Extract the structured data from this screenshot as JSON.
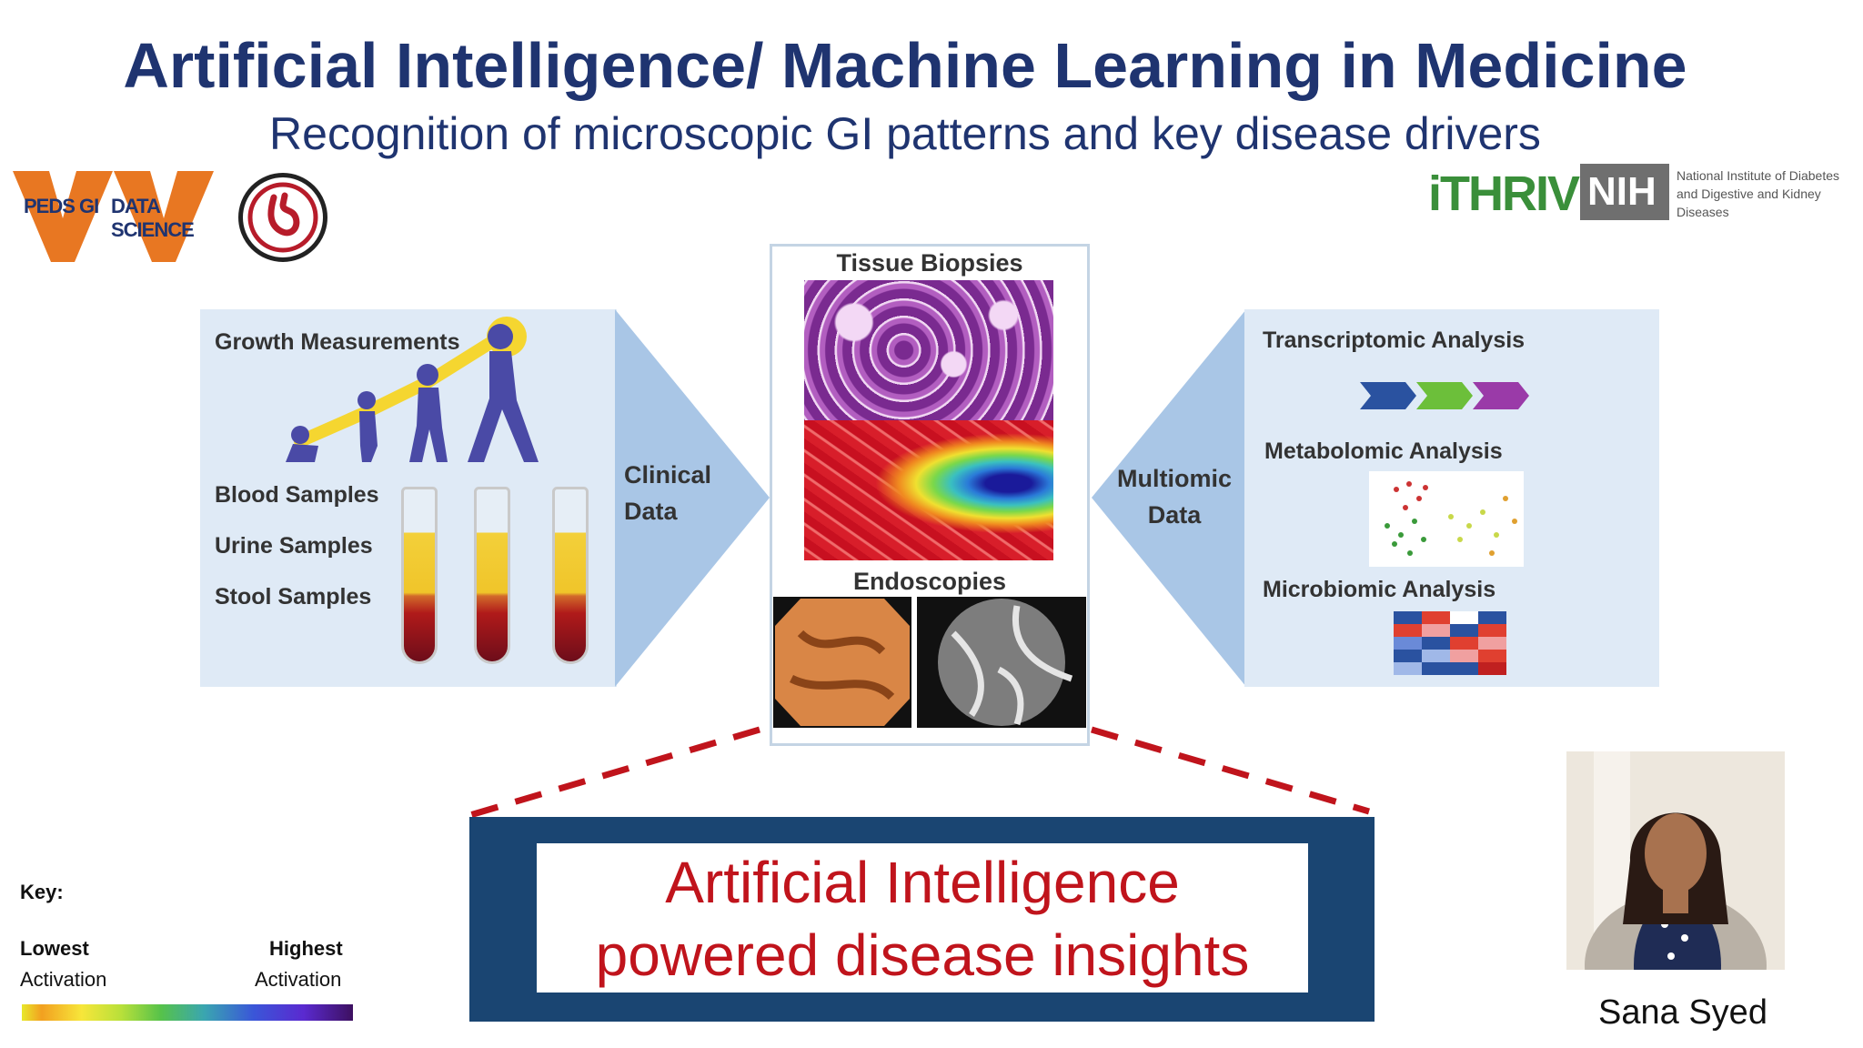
{
  "slide": {
    "title": "Artificial Intelligence/ Machine Learning in Medicine",
    "subtitle": "Recognition of microscopic GI patterns and key disease drivers"
  },
  "logos": {
    "peds_gi": "PEDS GI",
    "data_science": "DATA SCIENCE",
    "ithri": "iTHRIV",
    "nih": "NIH",
    "nih_institute": "National Institute of Diabetes and Digestive and Kidney Diseases"
  },
  "left_panel": {
    "growth": "Growth Measurements",
    "samples": [
      "Blood Samples",
      "Urine Samples",
      "Stool Samples"
    ]
  },
  "clinical_data": "Clinical\nData",
  "center": {
    "tissue": "Tissue Biopsies",
    "endoscopies": "Endoscopies"
  },
  "multiomic_data": "Multiomic\nData",
  "right_panel": {
    "transcriptomic": "Transcriptomic Analysis",
    "metabolomic": "Metabolomic Analysis",
    "microbiomic": "Microbiomic Analysis"
  },
  "ai_box": {
    "line1": "Artificial Intelligence",
    "line2": "powered disease insights"
  },
  "key": {
    "title": "Key:",
    "lowest_a": "Lowest",
    "lowest_b": "Activation",
    "highest_a": "Highest",
    "highest_b": "Activation"
  },
  "presenter": "Sana Syed",
  "colors": {
    "title": "#1f3470",
    "banner": "#1a4572",
    "ai_text": "#c0141c",
    "uva_orange": "#e87722"
  }
}
